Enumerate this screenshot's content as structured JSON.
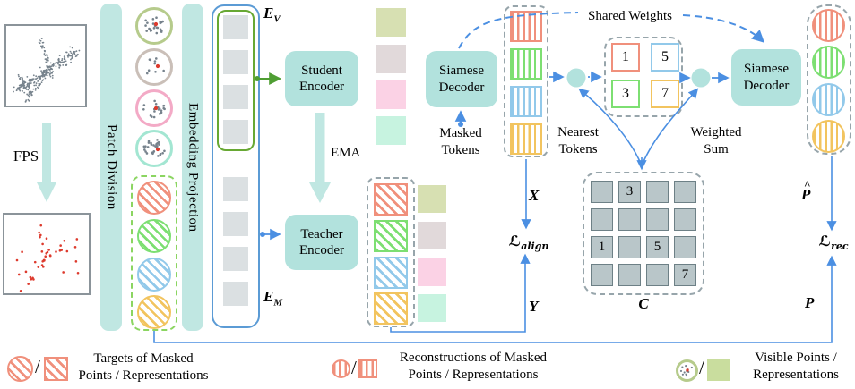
{
  "palette": {
    "teal_box": "#b2e2dd",
    "teal_bar": "#c0e7e2",
    "blue_line": "#4b8fe2",
    "green_arrow": "#4f9e33",
    "salmon": "#f0907c",
    "green": "#7ddf72",
    "sky": "#92c9ea",
    "yellow": "#f2c45f",
    "olive_square": "#d7e0b2",
    "mauve_square": "#e1d9da",
    "pink_square": "#fbd2e5",
    "mint_square": "#c7f3e0",
    "gray_square": "#dbe0e2",
    "codebook_fill": "#b9c6c9",
    "codebook_border": "#6d8086",
    "dash_gray": "#97a5ab",
    "dash_green": "#8bd561",
    "embed_outline_blue": "#5b9bd5",
    "embed_outline_green": "#67a833",
    "circle_olive": "#b6cb8c",
    "circle_mauve": "#cabfb8",
    "circle_pink": "#f3aac6",
    "circle_mint": "#a3e6d2",
    "legend_green_fill": "#c9dd9e",
    "point_gray": "#76828c",
    "point_red": "#dd3a2d"
  },
  "left": {
    "fps": "FPS",
    "patch_division": "Patch Division",
    "embedding_projection": "Embedding Projection"
  },
  "embeddings": {
    "ev_main": "E",
    "ev_sub": "V",
    "em_main": "E",
    "em_sub": "M"
  },
  "encoders": {
    "student": [
      "Student",
      "Encoder"
    ],
    "ema": "EMA",
    "teacher": [
      "Teacher",
      "Encoder"
    ]
  },
  "decoders": {
    "d1": [
      "Siamese",
      "Decoder"
    ],
    "d2": [
      "Siamese",
      "Decoder"
    ],
    "masked_tokens": [
      "Masked",
      "Tokens"
    ],
    "shared_weights": "Shared Weights"
  },
  "quantize": {
    "nearest_tokens": [
      "Nearest",
      "Tokens"
    ],
    "weighted_sum": [
      "Weighted",
      "Sum"
    ],
    "nearest_cells": [
      {
        "v": "1",
        "color": "#f0907c"
      },
      {
        "v": "5",
        "color": "#92c9ea"
      },
      {
        "v": "3",
        "color": "#7ddf72"
      },
      {
        "v": "7",
        "color": "#f2c45f"
      }
    ],
    "codebook_matrix": [
      [
        "",
        "3",
        "",
        ""
      ],
      [
        "",
        "",
        "",
        ""
      ],
      [
        "1",
        "",
        "5",
        ""
      ],
      [
        "",
        "",
        "",
        "7"
      ]
    ],
    "codebook_label": "C"
  },
  "losses": {
    "x": "X",
    "y": "Y",
    "align_main": "ℒ",
    "align_sub": "align",
    "p_hat_main": "P",
    "p_hat_accent": "^",
    "p": "P",
    "rec_main": "ℒ",
    "rec_sub": "rec"
  },
  "legend": {
    "separator": "/",
    "items": [
      {
        "lines": [
          "Targets of Masked",
          "Points / Representations"
        ]
      },
      {
        "lines": [
          "Reconstructions of Masked",
          "Points / Representations"
        ]
      },
      {
        "lines": [
          "Visible Points /",
          "Representations"
        ]
      }
    ]
  }
}
